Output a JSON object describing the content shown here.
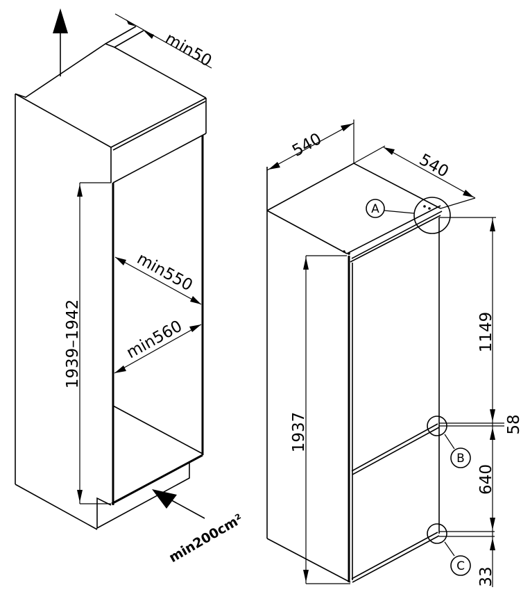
{
  "colors": {
    "line": "#000000",
    "background": "#ffffff"
  },
  "niche": {
    "top_clearance": "min50",
    "depth_upper": "min550",
    "depth_lower": "min560",
    "height": "1939–1942",
    "ventilation": "min200cm²",
    "airflow_icon": "arrow-up-icon"
  },
  "appliance": {
    "width": "540",
    "depth": "540",
    "height": "1937",
    "upper_door": "1149",
    "gap": "58",
    "lower_door": "640",
    "bottom": "33",
    "detail_a": "A",
    "detail_b": "B",
    "detail_c": "C"
  }
}
